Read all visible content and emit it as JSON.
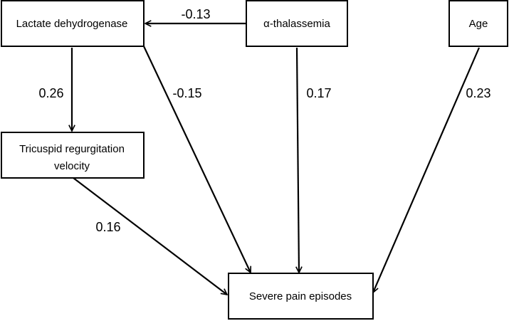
{
  "nodes": {
    "ldh": {
      "label": "Lactate dehydrogenase"
    },
    "thal": {
      "label": "α-thalassemia"
    },
    "age": {
      "label": "Age"
    },
    "trv": {
      "label_line1": "Tricuspid regurgitation",
      "label_line2": "velocity"
    },
    "pain": {
      "label": "Severe pain episodes"
    }
  },
  "edges": {
    "thal_to_ldh": {
      "from": "α-thalassemia",
      "to": "Lactate dehydrogenase",
      "label": "-0.13"
    },
    "ldh_to_trv": {
      "from": "Lactate dehydrogenase",
      "to": "Tricuspid regurgitation velocity",
      "label": "0.26"
    },
    "ldh_to_pain": {
      "from": "Lactate dehydrogenase",
      "to": "Severe pain episodes",
      "label": "-0.15"
    },
    "thal_to_pain": {
      "from": "α-thalassemia",
      "to": "Severe pain episodes",
      "label": "0.17"
    },
    "age_to_pain": {
      "from": "Age",
      "to": "Severe pain episodes",
      "label": "0.23"
    },
    "trv_to_pain": {
      "from": "Tricuspid regurgitation velocity",
      "to": "Severe pain episodes",
      "label": "0.16"
    }
  },
  "colors": {
    "stroke": "#000000",
    "background": "#ffffff"
  }
}
